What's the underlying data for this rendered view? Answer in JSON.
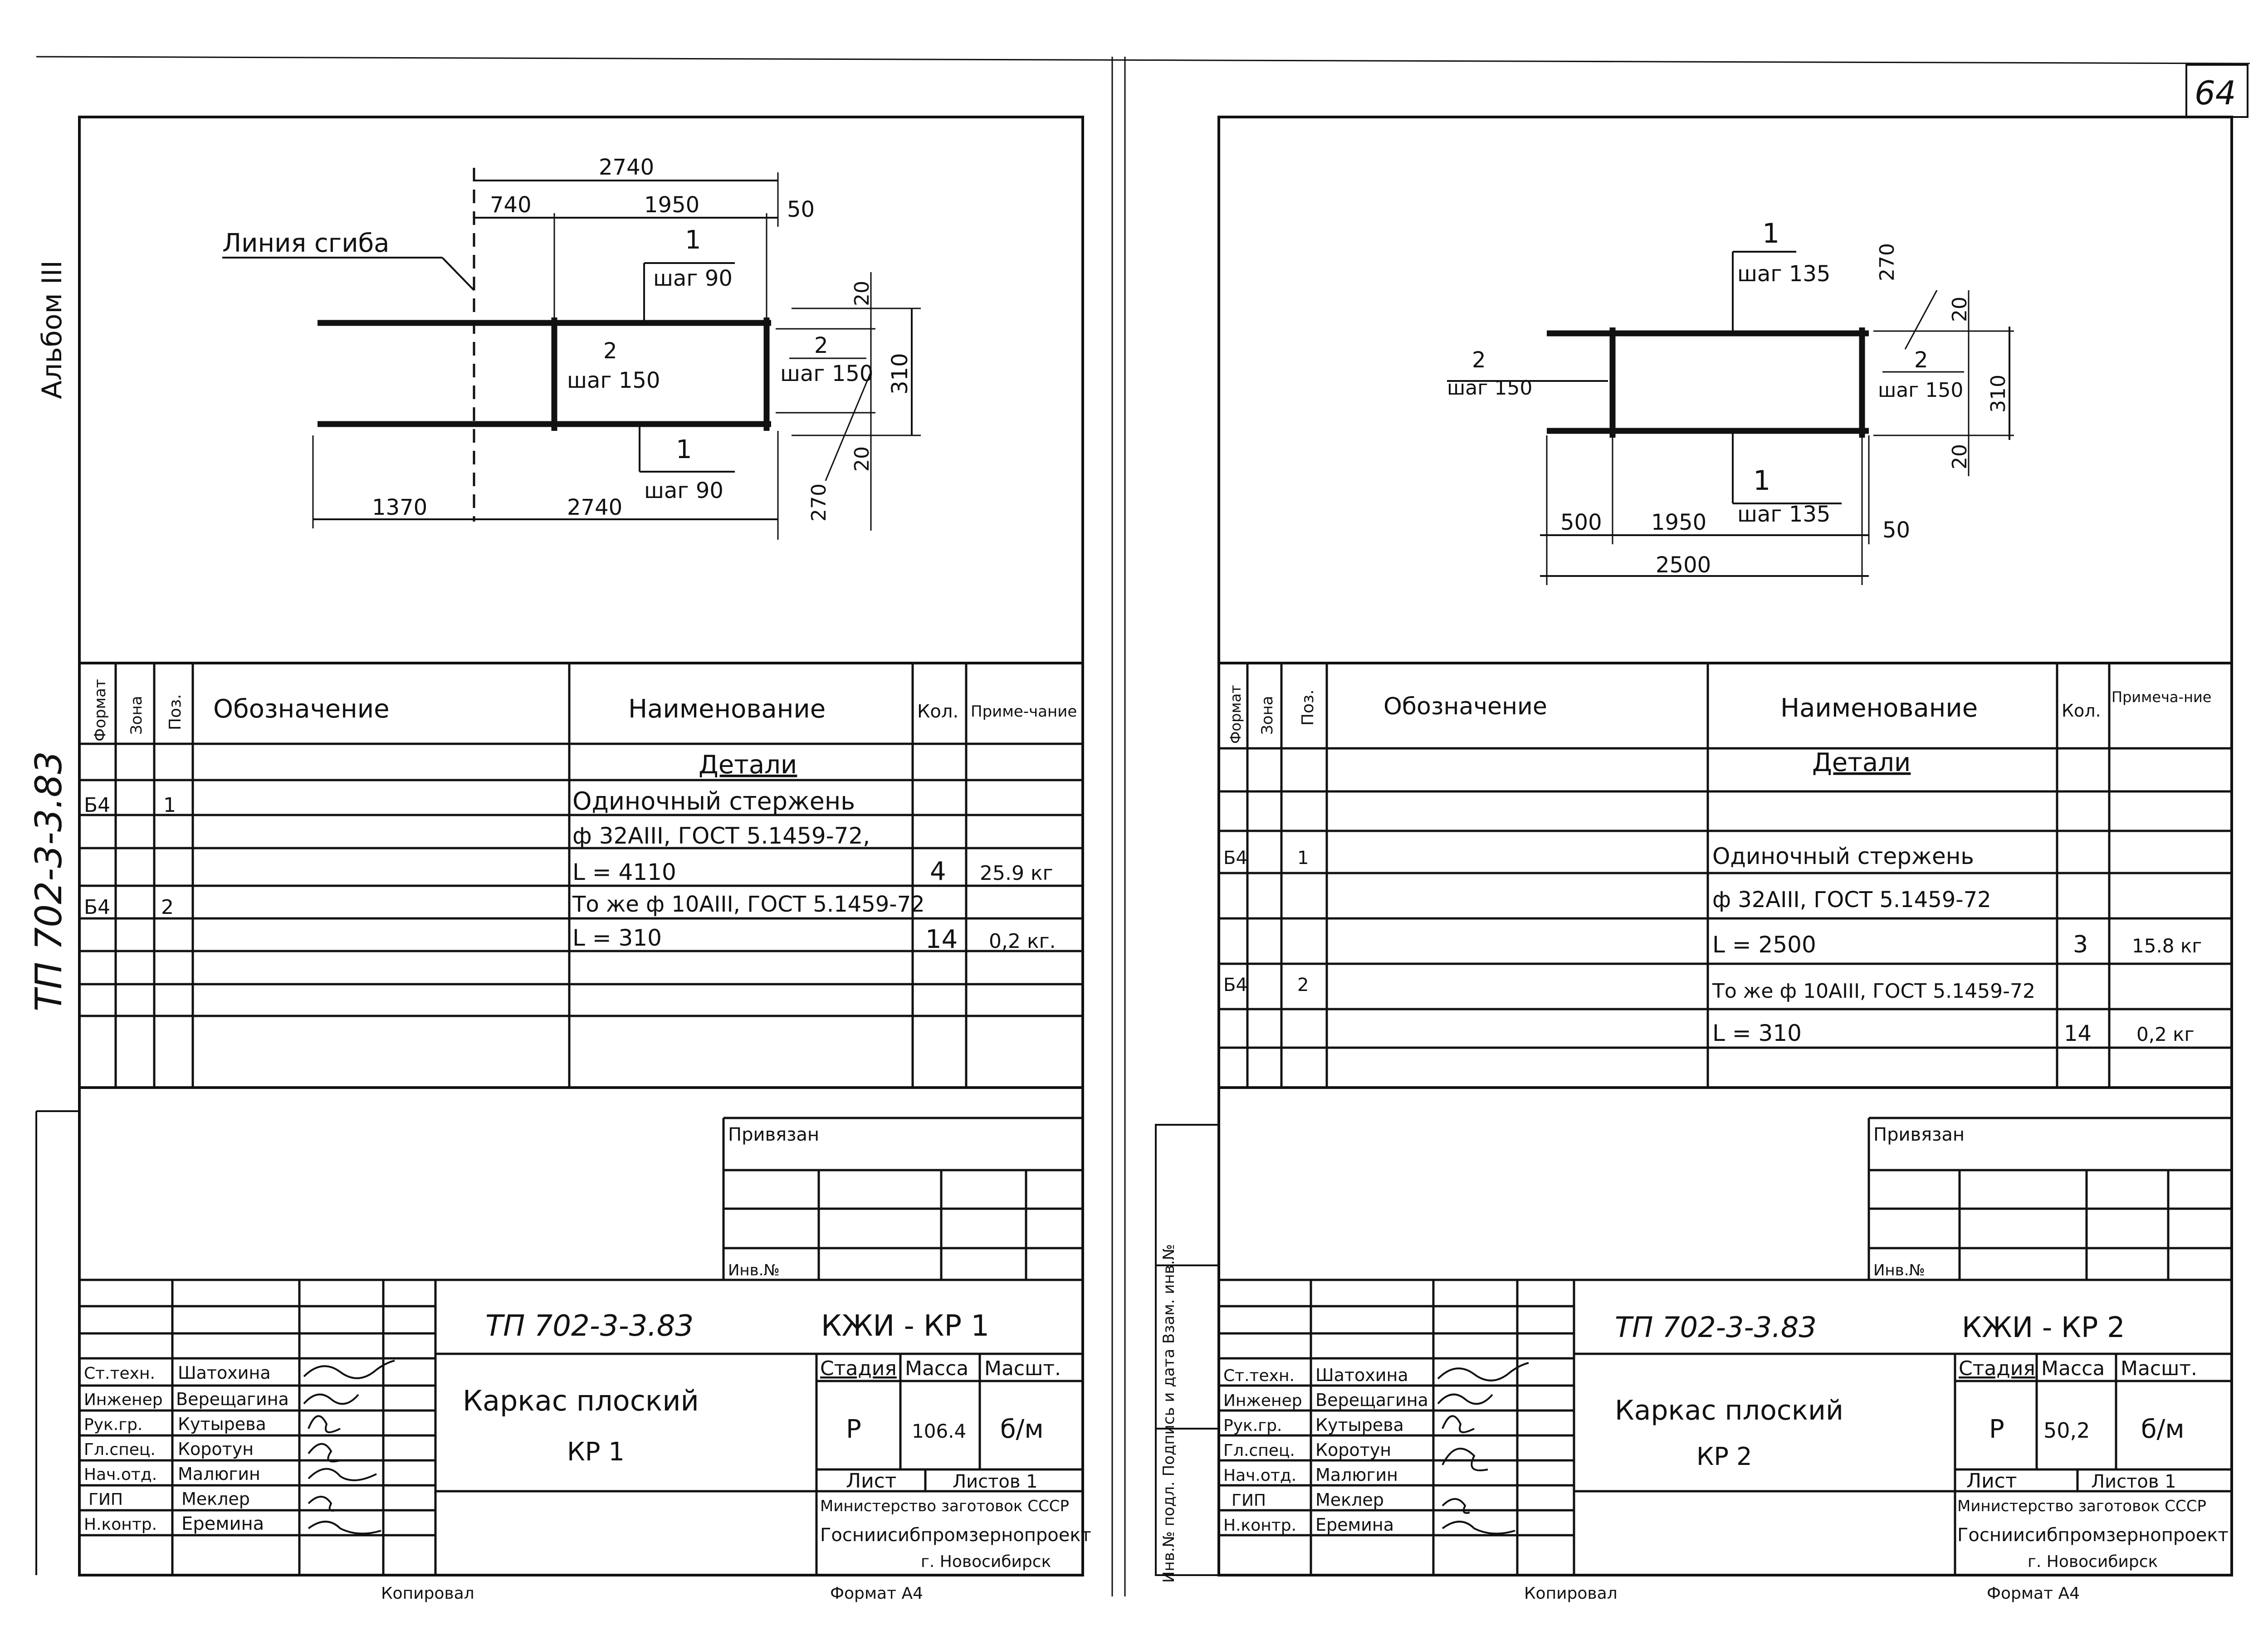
{
  "page_number": "64",
  "side_labels": {
    "album": "Альбом III",
    "project_code": "ТП 702-3-3.83",
    "stamp_right": "Инв.№ подл.  Подпись и дата  Взам. инв.№"
  },
  "table_headers": {
    "format": "Формат",
    "zone": "Зона",
    "pos": "Поз.",
    "designation": "Обозначение",
    "name": "Наименование",
    "qty": "Кол.",
    "note_left": "Приме-чание",
    "note_right": "Примеча-ние"
  },
  "title_block_headers": {
    "stage": "Стадия",
    "mass": "Масса",
    "scale": "Масшт.",
    "sheet": "Лист",
    "sheets": "Листов 1",
    "attached": "Привязан",
    "inv": "Инв.№",
    "ministry": "Министерство заготовок СССР",
    "institute": "Госниисибпромзернопроект",
    "city": "г. Новосибирск"
  },
  "staff": [
    {
      "role": "Ст.техн.",
      "name": "Шатохина"
    },
    {
      "role": "Инженер",
      "name": "Верещагина"
    },
    {
      "role": "Рук.гр.",
      "name": "Кутырева"
    },
    {
      "role": "Гл.спец.",
      "name": "Коротун"
    },
    {
      "role": "Нач.отд.",
      "name": "Малюгин"
    },
    {
      "role": "ГИП",
      "name": "Меклер"
    },
    {
      "role": "Н.контр.",
      "name": "Еремина"
    }
  ],
  "left": {
    "drawing": {
      "fold_line": "Линия сгиба",
      "dim_total_top": "2740",
      "dim_740": "740",
      "dim_1950": "1950",
      "dim_50": "50",
      "pos1_top": "1",
      "step_top": "шаг 90",
      "pos2_inner": "2",
      "step_inner": "шаг 150",
      "pos2_right": "2",
      "step_right": "шаг 150",
      "pos1_bot": "1",
      "step_bot": "шаг 90",
      "dim_20_top": "20",
      "dim_310": "310",
      "dim_20_bot": "20",
      "dim_270": "270",
      "dim_1370": "1370",
      "dim_2740": "2740"
    },
    "section_title": "Детали",
    "rows": [
      {
        "format": "Б4",
        "pos": "1",
        "name": "Одиночный стержень",
        "qty": "",
        "note": ""
      },
      {
        "format": "",
        "pos": "",
        "name": "ф 32АIII, ГОСТ 5.1459-72,",
        "qty": "",
        "note": ""
      },
      {
        "format": "",
        "pos": "",
        "name": "L = 4110",
        "qty": "4",
        "note": "25.9 кг"
      },
      {
        "format": "Б4",
        "pos": "2",
        "name": "То же ф 10АIII, ГОСТ 5.1459-72",
        "qty": "",
        "note": ""
      },
      {
        "format": "",
        "pos": "",
        "name": "L = 310",
        "qty": "14",
        "note": "0,2 кг."
      }
    ],
    "code": "ТП  702-3-3.83",
    "doc": "КЖИ - КР 1",
    "title": "Каркас плоский",
    "subtitle": "КР 1",
    "stage_value": "Р",
    "mass_value": "106.4",
    "scale_value": "б/м",
    "footer_left": "Копировал",
    "footer_right": "Формат А4"
  },
  "right": {
    "drawing": {
      "pos1_top": "1",
      "step_top": "шаг 135",
      "dim_270": "270",
      "dim_20_top": "20",
      "pos2_left": "2",
      "step_left": "шаг 150",
      "pos2_right": "2",
      "step_right": "шаг 150",
      "dim_310": "310",
      "dim_20_bot": "20",
      "pos1_bot": "1",
      "step_bot": "шаг 135",
      "dim_500": "500",
      "dim_1950": "1950",
      "dim_50": "50",
      "dim_2500": "2500"
    },
    "section_title": "Детали",
    "rows": [
      {
        "format": "Б4",
        "pos": "1",
        "name": "Одиночный стержень",
        "qty": "",
        "note": ""
      },
      {
        "format": "",
        "pos": "",
        "name": "ф 32АIII, ГОСТ 5.1459-72",
        "qty": "",
        "note": ""
      },
      {
        "format": "",
        "pos": "",
        "name": "L = 2500",
        "qty": "3",
        "note": "15.8 кг"
      },
      {
        "format": "Б4",
        "pos": "2",
        "name": "То же ф 10АIII, ГОСТ 5.1459-72",
        "qty": "",
        "note": ""
      },
      {
        "format": "",
        "pos": "",
        "name": "L = 310",
        "qty": "14",
        "note": "0,2 кг"
      }
    ],
    "code": "ТП  702-3-3.83",
    "doc": "КЖИ - КР 2",
    "title": "Каркас плоский",
    "subtitle": "КР 2",
    "stage_value": "Р",
    "mass_value": "50,2",
    "scale_value": "б/м",
    "footer_left": "Копировал",
    "footer_right": "Формат А4"
  }
}
